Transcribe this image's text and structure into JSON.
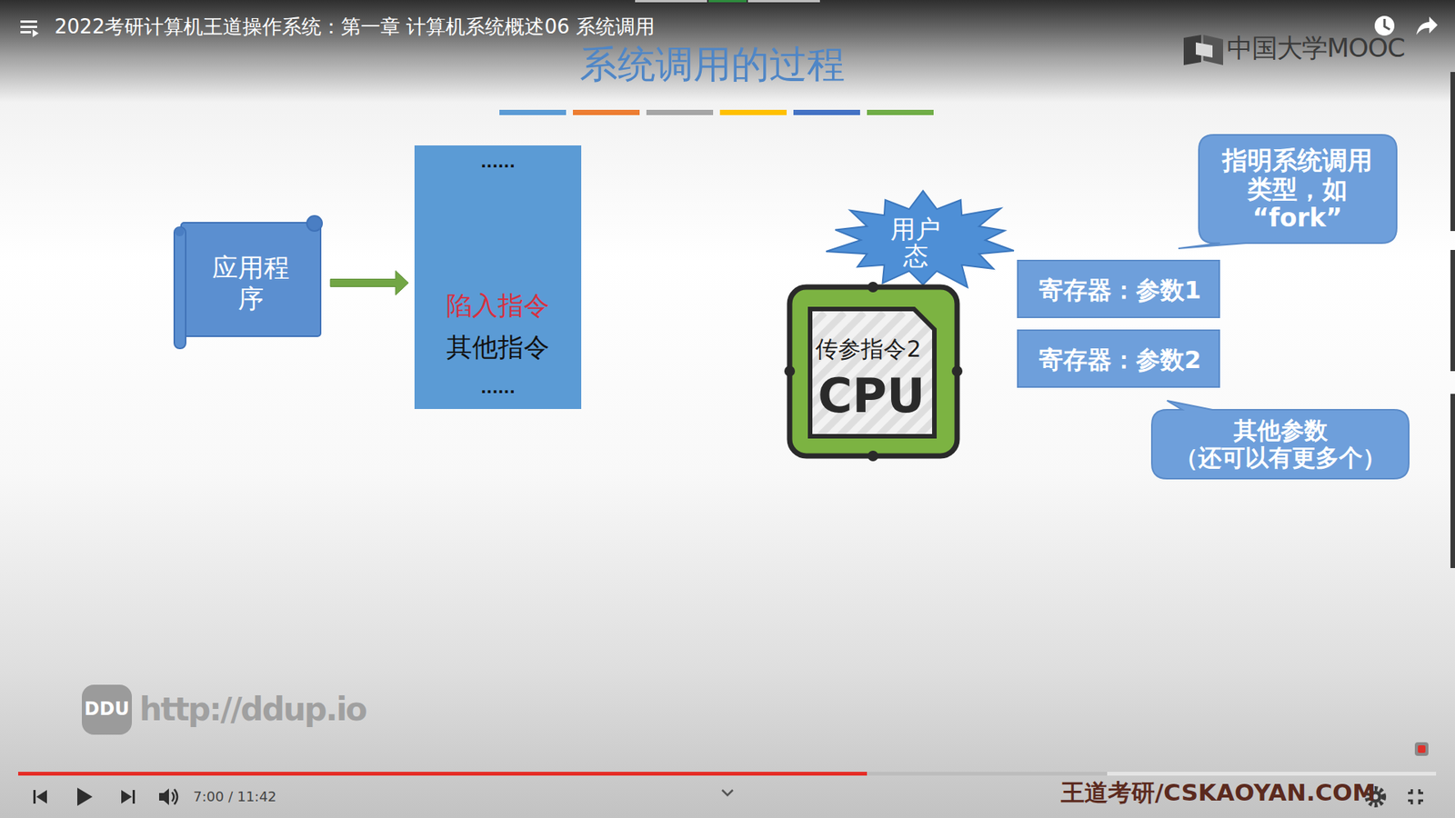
{
  "diagram": {
    "title": "系统调用的过程",
    "nodes": [
      {
        "text": [
          "应用程序"
        ]
      },
      {
        "text": [
          "......",
          "陷入指令",
          "其他指令",
          "......"
        ]
      },
      {
        "text": [
          "用户 态"
        ]
      },
      {
        "text": [
          "传参指令2",
          "CPU"
        ]
      },
      {
        "text": [
          "指明系统调用 类型，如 “fork”"
        ]
      },
      {
        "text": [
          "寄存器：参数1"
        ]
      },
      {
        "text": [
          "寄存器：参数2"
        ]
      },
      {
        "text": [
          "其他参数 （还可以有更多个）"
        ]
      }
    ],
    "edges": [
      {
        "from": 0,
        "to": 1,
        "arrow": "to"
      }
    ],
    "labels": [
      "2022考研计算机王道操作系统：第一章 计算机系统概述06 系统调用",
      "中国大学MOOC",
      "DDU",
      "http://ddup.io",
      "7:00 / 11:42",
      "王道考研/CSKAOYAN.COM"
    ]
  }
}
